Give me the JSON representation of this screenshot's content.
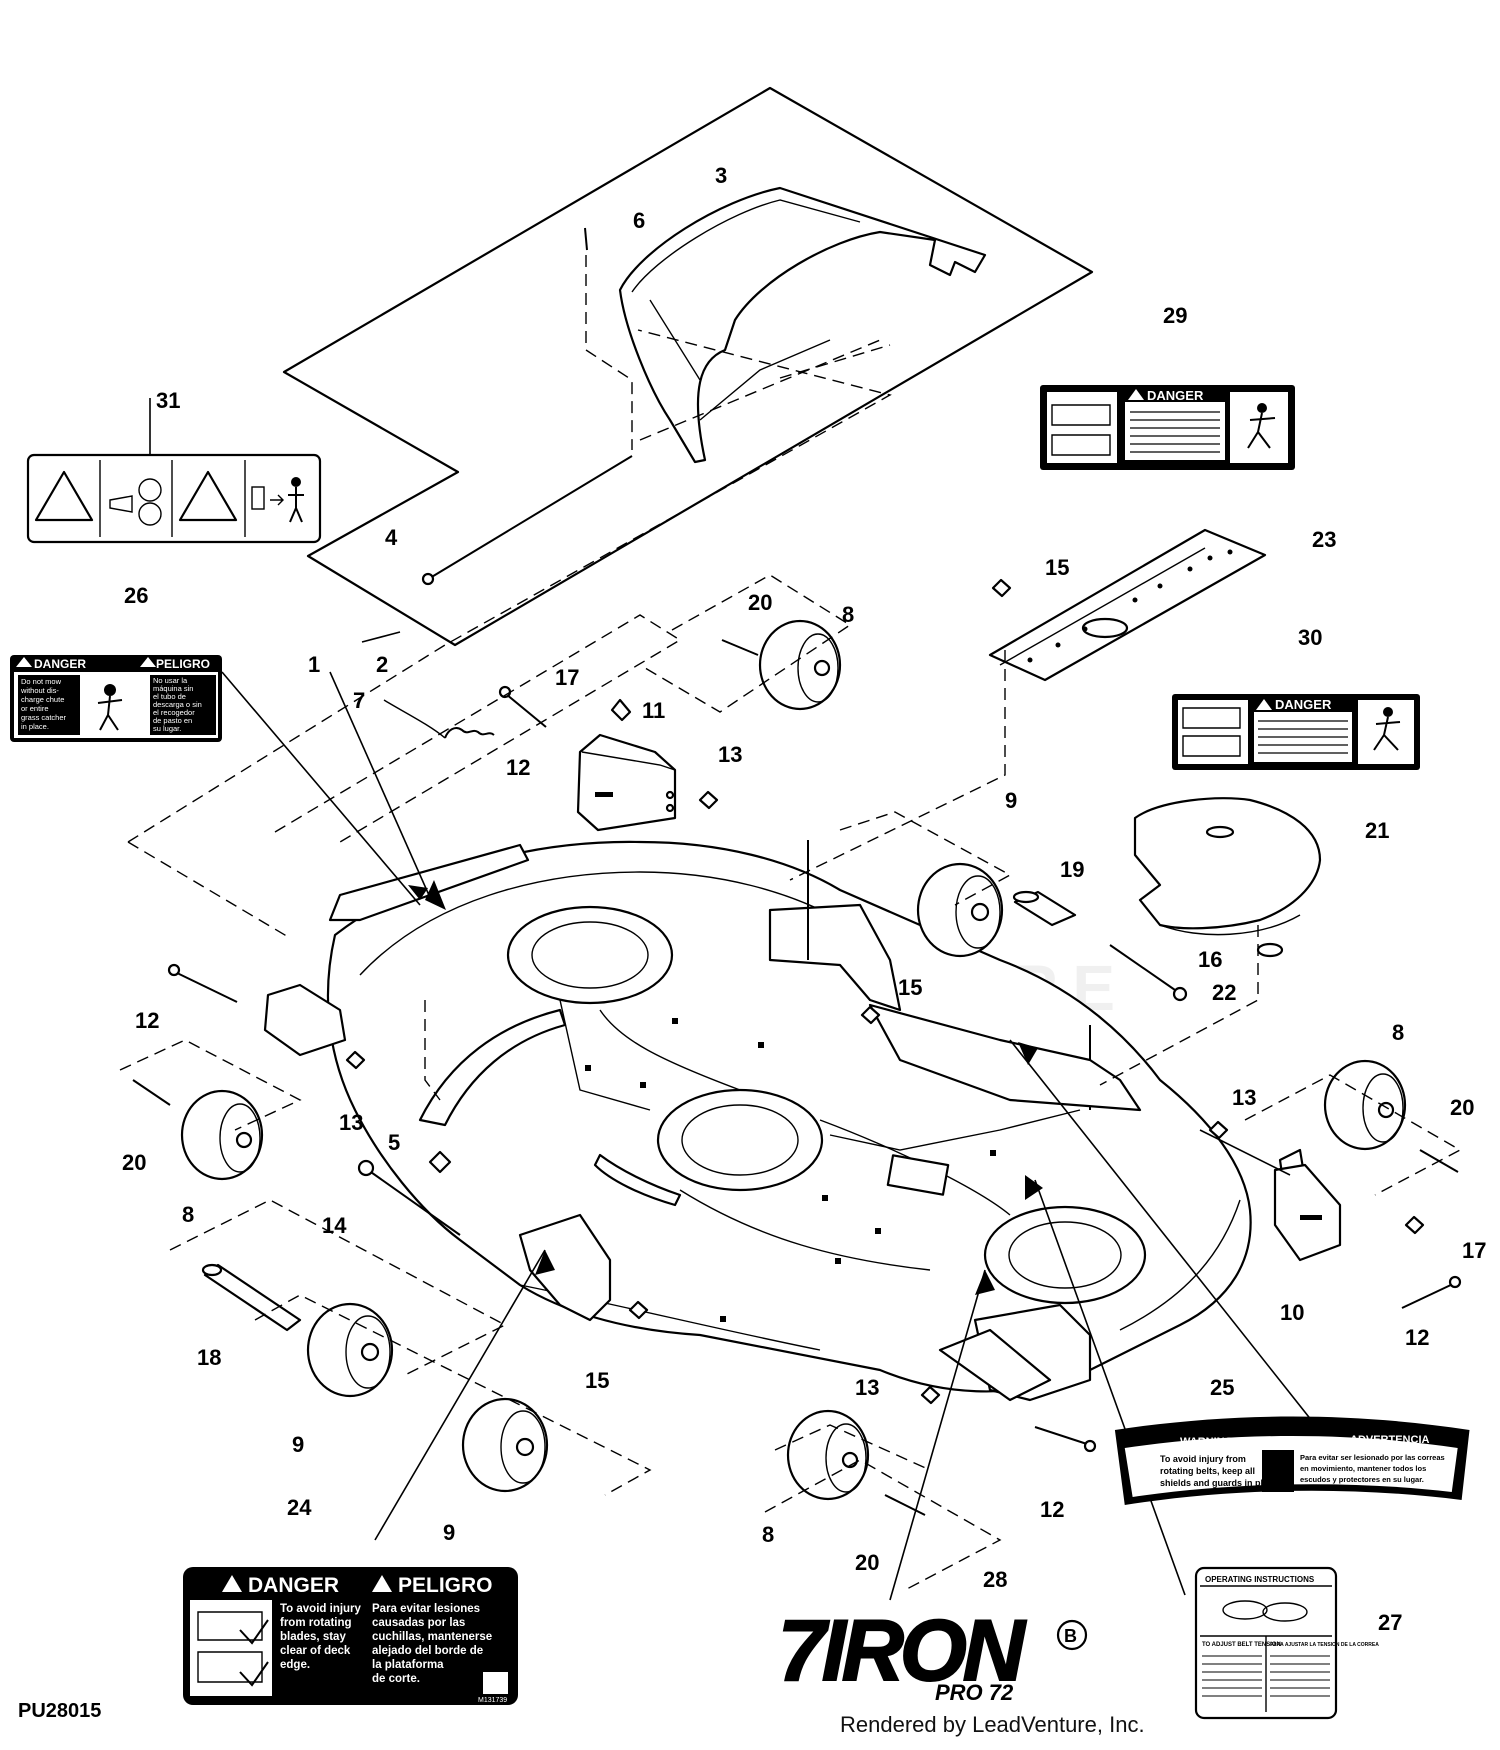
{
  "figure_code": "PU28015",
  "credit": "Rendered by LeadVenture, Inc.",
  "watermark": "LEADVENTURE",
  "callouts": [
    "1",
    "2",
    "3",
    "4",
    "5",
    "6",
    "7",
    "8",
    "9",
    "10",
    "11",
    "12",
    "13",
    "14",
    "15",
    "16",
    "17",
    "18",
    "19",
    "20",
    "21",
    "22",
    "23",
    "24",
    "25",
    "26",
    "27",
    "28",
    "29",
    "30",
    "31"
  ],
  "decals": {
    "d24": {
      "danger": "DANGER",
      "peligro": "PELIGRO",
      "en_lines": [
        "To avoid injury",
        "from rotating",
        "blades, stay",
        "clear of deck",
        "edge."
      ],
      "es_lines": [
        "Para evitar lesiones",
        "causadas por las",
        "cuchillas, mantenerse",
        "alejado del borde de",
        "la plataforma",
        "de corte."
      ],
      "code": "M131739"
    },
    "d25": {
      "warning": "WARNING",
      "advertencia": "ADVERTENCIA",
      "en_lines": [
        "To avoid injury from",
        "rotating belts, keep all",
        "shields and guards in place."
      ],
      "es_lines": [
        "Para evitar ser lesionado por las correas",
        "en movimiento, mantener todos los",
        "escudos y protectores en su lugar."
      ]
    },
    "d26": {
      "danger": "DANGER",
      "peligro": "PELIGRO",
      "en_lines": [
        "Do not mow",
        "without dis-",
        "charge chute",
        "or entire",
        "grass catcher",
        "in place."
      ],
      "es_lines": [
        "No usar la",
        "máquina sin",
        "el tubo de",
        "descarga o sin",
        "el recogedor",
        "de pasto en",
        "su lugar."
      ]
    },
    "d27": {
      "title": "OPERATING INSTRUCTIONS",
      "left_title": "TO ADJUST BELT TENSION",
      "right_title": "PARA AJUSTAR LA TENSION DE LA CORREA"
    },
    "d28": {
      "logo_main": "7IRON",
      "logo_sub": "PRO 72",
      "badge": "B"
    },
    "d29": {
      "danger": "DANGER"
    },
    "d30": {
      "danger": "DANGER"
    }
  }
}
